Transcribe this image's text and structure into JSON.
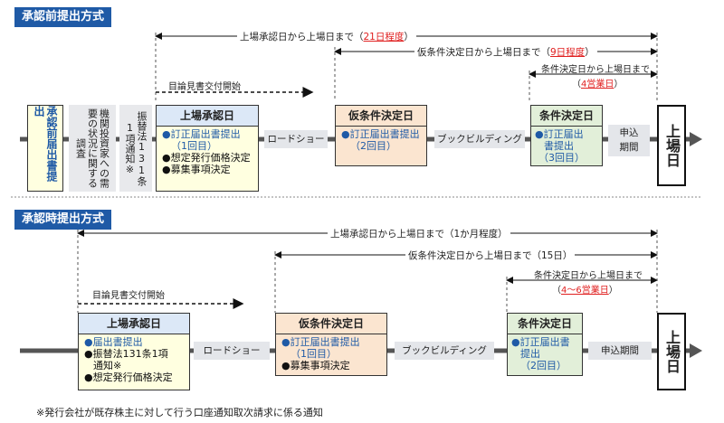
{
  "s1": {
    "title": "承認前提出方式",
    "filing_box": "承認前届出書提出",
    "investor_survey": "機関投資家への需要の状況に関する調査",
    "transfer_notice": "振替法131条1項通知※",
    "span_all": "上場承認日から上場日まで",
    "span_all_val": "21日程度",
    "span_price": "仮条件決定日から上場日まで",
    "span_price_val": "9日程度",
    "span_cond": "条件決定日から上場日まで",
    "span_cond_val": "4営業日",
    "prospectus": "目論見書交付開始",
    "approval": {
      "title": "上場承認日",
      "l1": "●訂正届出書提出",
      "l2": "（1回目）",
      "l3": "●想定発行価格決定",
      "l4": "●募集事項決定"
    },
    "roadshow": "ロードショー",
    "provisional": {
      "title": "仮条件決定日",
      "l1": "●訂正届出書提出",
      "l2": "（2回目）"
    },
    "bookbuilding": "ブックビルディング",
    "condition": {
      "title": "条件決定日",
      "l1": "●訂正届出",
      "l2": "書提出",
      "l3": "（3回目）"
    },
    "application": "申込期間",
    "listing": "上場日"
  },
  "s2": {
    "title": "承認時提出方式",
    "span_all": "上場承認日から上場日まで（1か月程度）",
    "span_price": "仮条件決定日から上場日まで（15日）",
    "span_cond": "条件決定日から上場日まで",
    "span_cond_val": "4～6営業日",
    "prospectus": "目論見書交付開始",
    "approval": {
      "title": "上場承認日",
      "l1": "●届出書提出",
      "l2": "●振替法131条1項",
      "l3": "通知※",
      "l4": "●想定発行価格決定"
    },
    "roadshow": "ロードショー",
    "provisional": {
      "title": "仮条件決定日",
      "l1": "●訂正届出書提出",
      "l2": "（1回目）",
      "l3": "●募集事項決定"
    },
    "bookbuilding": "ブックビルディング",
    "condition": {
      "title": "条件決定日",
      "l1": "●訂正届出書",
      "l2": "提出",
      "l3": "（2回目）"
    },
    "application": "申込期間",
    "listing": "上場日"
  },
  "footnote": "※発行会社が既存株主に対して行う口座通知取次請求に係る通知",
  "colors": {
    "header_blue": "#1f5aa6",
    "approval_fill": "#ffffe0",
    "approval_head": "#dce8f7",
    "provisional_fill": "#fbe5d0",
    "condition_fill": "#e2efd9",
    "filing_fill": "#ffffe0",
    "red": "#e02020"
  }
}
